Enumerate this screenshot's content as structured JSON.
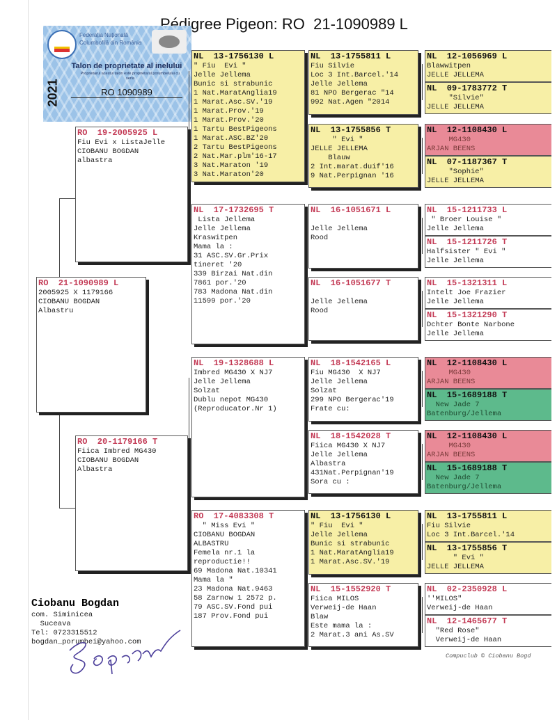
{
  "title": "Pédigree Pigeon: RO  21-1090989 L",
  "talon": {
    "federation": "Federația Națională Columbofilă din România",
    "heading": "Talon de proprietate al inelului",
    "subtext": "Proprietarul acestui talon este proprietarul porumbelului cu seria",
    "year": "2021",
    "ring": "RO 1090989"
  },
  "colors": {
    "yellow": "#f7efa6",
    "pink": "#e98a97",
    "green": "#5dba8c",
    "ring_red": "#c33a55"
  },
  "boxes": {
    "p": {
      "ring": "RO  21-1090989 L",
      "color": "white",
      "lines": [
        "2005925 X 1179166",
        "CIOBANU BOGDAN",
        "Albastru"
      ]
    },
    "s": {
      "ring": "RO  19-2005925 L",
      "color": "white",
      "lines": [
        "Fiu Evi x ListaJelle",
        "CIOBANU BOGDAN",
        "albastra"
      ]
    },
    "d": {
      "ring": "RO  20-1179166 T",
      "color": "white",
      "lines": [
        "Fiica Imbred MG430",
        "CIOBANU BOGDAN",
        "Albastra"
      ]
    },
    "ss": {
      "ring": "NL  13-1756130 L",
      "color": "yellow",
      "lines": [
        "\" Fiu  Evi \"",
        "Jelle Jellema",
        "Bunic si strabunic",
        "1 Nat.MaratAnglia19",
        "1 Marat.Asc.SV.'19",
        "1 Marat.Prov.'19",
        "1 Marat.Prov.'20",
        "1 Tartu BestPigeons",
        "1 Marat.ASC.BZ'20",
        "2 Tartu BestPigeons",
        "2 Nat.Mar.plm'16-17",
        "3 Nat.Maraton '19",
        "3 Nat.Maraton'20"
      ]
    },
    "sd": {
      "ring": "NL  17-1732695 T",
      "color": "white",
      "lines": [
        " Lista Jellema",
        "Jelle Jellema",
        "Kraswitpen",
        "Mama la :",
        "31 ASC.SV.Gr.Prix",
        "tineret '20",
        "339 Birzai Nat.din",
        "7861 por.'20",
        "783 Madona Nat.din",
        "11599 por.'20"
      ]
    },
    "ds": {
      "ring": "NL  19-1328688 L",
      "color": "white",
      "lines": [
        "Imbred MG430 X NJ7",
        "Jelle Jellema",
        "Solzat",
        "Dublu nepot MG430",
        "(Reproducator.Nr 1)"
      ]
    },
    "dd": {
      "ring": "RO  17-4083308 T",
      "color": "white",
      "lines": [
        "  \" Miss Evi \"",
        "CIOBANU BOGDAN",
        "ALBASTRU",
        "Femela nr.1 la",
        "reproductie!!",
        "69 Madona Nat.10341",
        "Mama la \"",
        "23 Madona Nat.9463",
        "58 Zarnow 1 2572 p.",
        "79 ASC.SV.Fond pui",
        "187 Prov.Fond pui"
      ]
    },
    "sss": {
      "ring": "NL  13-1755811 L",
      "color": "yellow",
      "lines": [
        "Fiu Silvie",
        "Loc 3 Int.Barcel.'14",
        "Jelle Jellema",
        "81 NPO Bergerac \"14",
        "992 Nat.Agen \"2014"
      ]
    },
    "ssd": {
      "ring": "NL  13-1755856 T",
      "color": "yellow",
      "lines": [
        "     \" Evi \"",
        "JELLE JELLEMA",
        "    Blauw",
        "2 Int.marat.duif'16",
        "9 Nat.Perpignan '16"
      ]
    },
    "sds": {
      "ring": "NL  16-1051671 L",
      "color": "white",
      "lines": [
        "",
        "Jelle Jellema",
        "Rood"
      ]
    },
    "sdd": {
      "ring": "NL  16-1051677 T",
      "color": "white",
      "lines": [
        "",
        "Jelle Jellema",
        "Rood"
      ]
    },
    "dss": {
      "ring": "NL  18-1542165 L",
      "color": "white",
      "lines": [
        "Fiu MG430  X NJ7",
        "Jelle Jellema",
        "Solzat",
        "299 NPO Bergerac'19",
        "Frate cu:"
      ]
    },
    "dsd": {
      "ring": "NL  18-1542028 T",
      "color": "white",
      "lines": [
        "Fiica MG430 X NJ7",
        "Jelle Jellema",
        "Albastra",
        "431Nat.Perpignan'19",
        "Sora cu :"
      ]
    },
    "dds": {
      "ring": "NL  13-1756130 L",
      "color": "yellow",
      "lines": [
        "\" Fiu  Evi \"",
        "Jelle Jellema",
        "Bunic si strabunic",
        "1 Nat.MaratAnglia19",
        "1 Marat.Asc.SV.'19"
      ]
    },
    "ddd": {
      "ring": "NL  15-1552920 T",
      "color": "white",
      "lines": [
        "Fiica MILOS",
        "Verweij-de Haan",
        "Blaw",
        "Este mama la :",
        "2 Marat.3 ani As.SV"
      ]
    },
    "ssss": {
      "ring": "NL  12-1056969 L",
      "color": "yellow",
      "lines": [
        "Blawwitpen",
        "JELLE JELLEMA"
      ]
    },
    "sssd": {
      "ring": "NL  09-1783772 T",
      "color": "yellow",
      "lines": [
        "     \"Silvie\"",
        "JELLE JELLEMA"
      ]
    },
    "ssds": {
      "ring": "NL  12-1108430 L",
      "color": "pink",
      "lines": [
        "     MG430",
        "ARJAN BEENS"
      ]
    },
    "ssdd": {
      "ring": "NL  07-1187367 T",
      "color": "yellow",
      "lines": [
        "     \"Sophie\"",
        "JELLE JELLEMA"
      ]
    },
    "sdss": {
      "ring": "NL  15-1211733 L",
      "color": "white",
      "lines": [
        " \" Broer Louise \"",
        "Jelle Jellema"
      ]
    },
    "sdsd": {
      "ring": "NL  15-1211726 T",
      "color": "white",
      "lines": [
        "Halfsister \" Evi \"",
        "Jelle Jellema"
      ]
    },
    "sdds": {
      "ring": "NL  15-1321311 L",
      "color": "white",
      "lines": [
        "Intelt Joe Frazier",
        "Jelle Jellema"
      ]
    },
    "sddd": {
      "ring": "NL  15-1321290 T",
      "color": "white",
      "lines": [
        "Dchter Bonte Narbone",
        "Jelle Jellema"
      ]
    },
    "dsss": {
      "ring": "NL  12-1108430 L",
      "color": "pink",
      "lines": [
        "     MG430",
        "ARJAN BEENS"
      ]
    },
    "dssd": {
      "ring": "NL  15-1689188 T",
      "color": "green",
      "lines": [
        "  New Jade 7",
        "Batenburg/Jellema"
      ]
    },
    "dsds": {
      "ring": "NL  12-1108430 L",
      "color": "pink",
      "lines": [
        "     MG430",
        "ARJAN BEENS"
      ]
    },
    "dsdd": {
      "ring": "NL  15-1689188 T",
      "color": "green",
      "lines": [
        "  New Jade 7",
        "Batenburg/Jellema"
      ]
    },
    "ddss": {
      "ring": "NL  13-1755811 L",
      "color": "yellow",
      "lines": [
        "Fiu Silvie",
        "Loc 3 Int.Barcel.'14"
      ]
    },
    "ddsd": {
      "ring": "NL  13-1755856 T",
      "color": "yellow",
      "lines": [
        "      \" Evi \"",
        "JELLE JELLEMA"
      ]
    },
    "ddds": {
      "ring": "NL  02-2350928 L",
      "color": "white",
      "lines": [
        "''MILOS\"",
        "Verweij-de Haan"
      ]
    },
    "dddd": {
      "ring": "NL  12-1465677 T",
      "color": "white",
      "lines": [
        "  \"Red Rose\"",
        "  Verweij-de Haan"
      ]
    }
  },
  "owner": {
    "name": "Ciobanu Bogdan",
    "lines": [
      "com. Siminicea",
      "  Suceava",
      "Tel: 0723315512",
      "bogdan_porumbei@yahoo.com"
    ],
    "signature": "Bogdan"
  },
  "credit": "Compuclub © Ciobanu Bogd"
}
